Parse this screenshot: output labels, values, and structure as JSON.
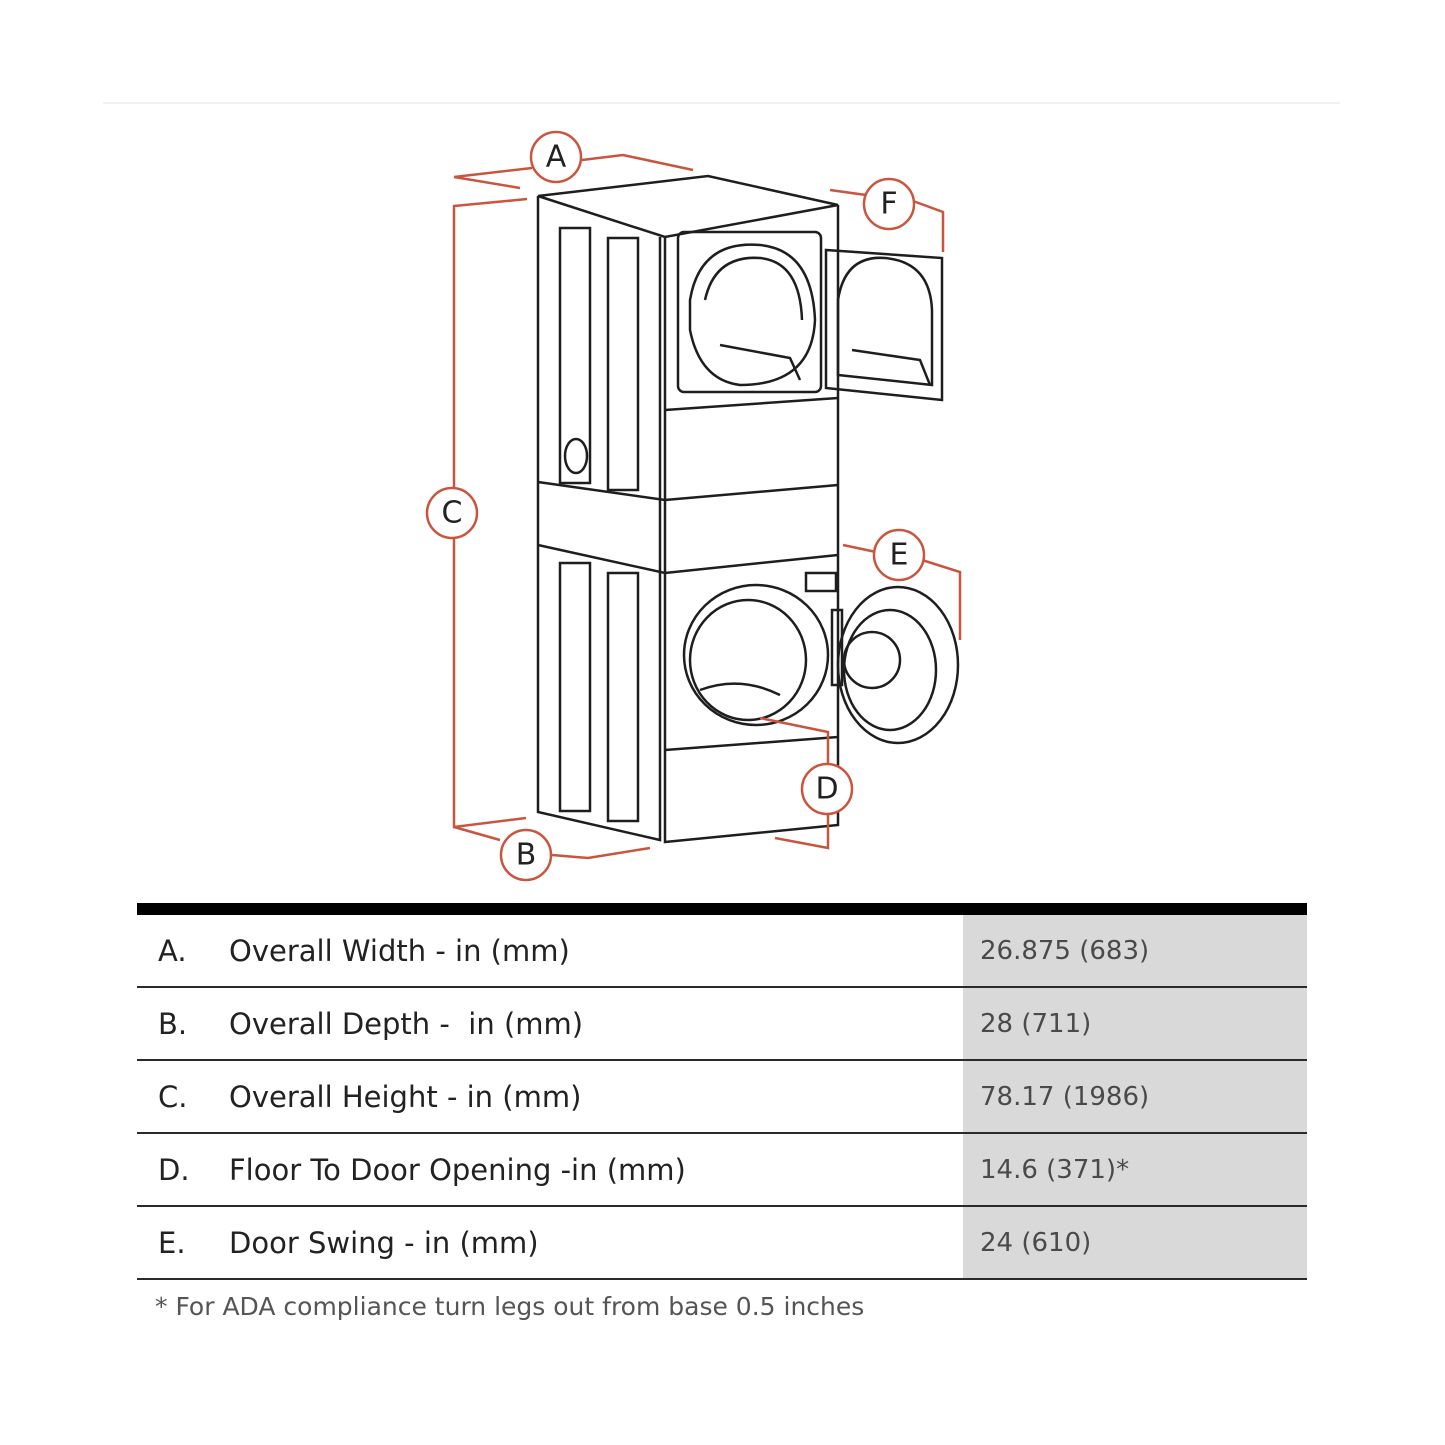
{
  "diagram": {
    "callouts": [
      "A",
      "B",
      "C",
      "D",
      "E",
      "F"
    ],
    "accent_color": "#c9553f"
  },
  "table": {
    "rows": [
      {
        "letter": "A.",
        "name": "Overall Width - in (mm)",
        "value": "26.875 (683)"
      },
      {
        "letter": "B.",
        "name": "Overall Depth -  in (mm)",
        "value": "28 (711)"
      },
      {
        "letter": "C.",
        "name": "Overall Height - in (mm)",
        "value": "78.17 (1986)"
      },
      {
        "letter": "D.",
        "name": "Floor To Door Opening -in (mm)",
        "value": "14.6 (371)*"
      },
      {
        "letter": "E.",
        "name": "Door Swing - in (mm)",
        "value": "24 (610)"
      }
    ]
  },
  "footnote": "* For ADA compliance turn legs out from base 0.5 inches"
}
